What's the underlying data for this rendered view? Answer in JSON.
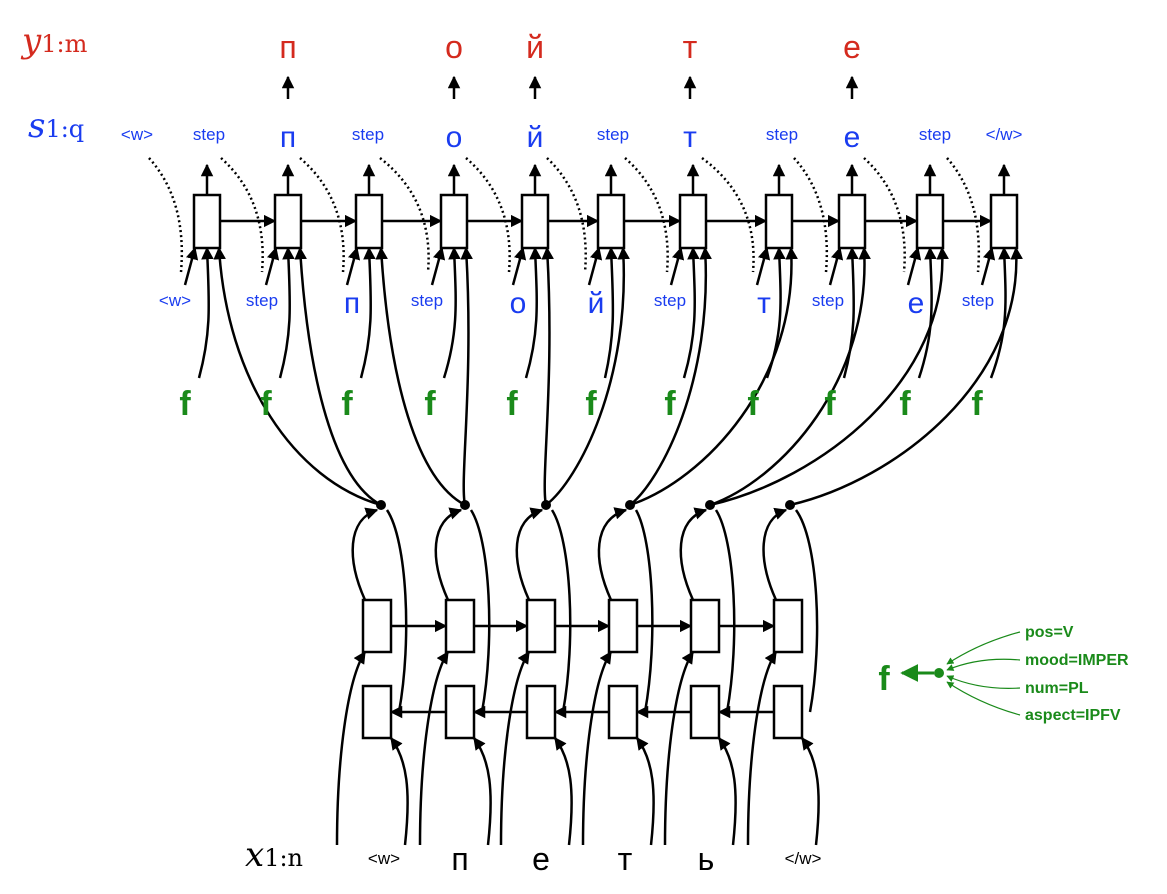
{
  "labels": {
    "y_var": "y",
    "y_sub": "1:m",
    "s_var": "s",
    "s_sub": "1:q",
    "x_var": "x",
    "x_sub": "1:n"
  },
  "outputs_y": [
    "п",
    "о",
    "й",
    "т",
    "е"
  ],
  "decoder_top_labels": [
    "<w>",
    "step",
    "п",
    "step",
    "о",
    "й",
    "step",
    "т",
    "step",
    "е",
    "step",
    "</w>"
  ],
  "decoder_input_labels": [
    "<w>",
    "step",
    "п",
    "step",
    "о",
    "й",
    "step",
    "т",
    "step",
    "е",
    "step"
  ],
  "feature_labels": [
    "f",
    "f",
    "f",
    "f",
    "f",
    "f",
    "f",
    "f",
    "f",
    "f",
    "f"
  ],
  "encoder_inputs": [
    "<w>",
    "п",
    "е",
    "т",
    "ь",
    "</w>"
  ],
  "legend": {
    "f_label": "f",
    "features": [
      "pos=V",
      "mood=IMPER",
      "num=PL",
      "aspect=IPFV"
    ]
  },
  "colors": {
    "red": "#d42a1e",
    "blue": "#1a3cf0",
    "green": "#1a8a1a",
    "black": "#000000"
  }
}
